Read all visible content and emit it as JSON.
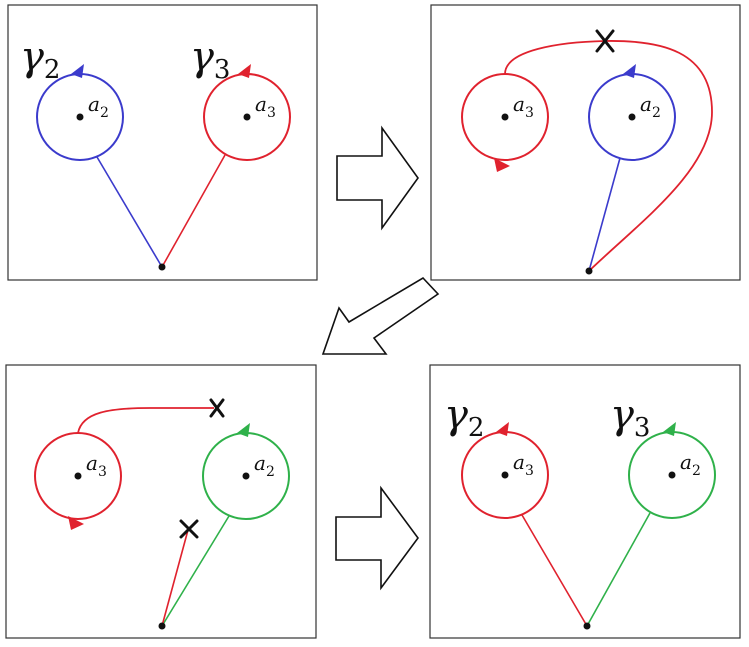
{
  "colors": {
    "blue": "#3b3bcc",
    "red": "#e0222e",
    "green": "#2fb14a",
    "black": "#111111"
  },
  "symbols": {
    "gamma": "γ",
    "a": "a",
    "sub2": "2",
    "sub3": "3",
    "cut_mark": "cross-icon"
  },
  "panels": [
    {
      "id": "top-left",
      "labels": [
        {
          "name": "gamma2-label",
          "base": "γ",
          "sub": "2"
        },
        {
          "name": "gamma3-label",
          "base": "γ",
          "sub": "3"
        },
        {
          "name": "a2-label",
          "base": "a",
          "sub": "2"
        },
        {
          "name": "a3-label",
          "base": "a",
          "sub": "3"
        }
      ],
      "loop_colors": [
        "blue",
        "red"
      ]
    },
    {
      "id": "top-right",
      "labels": [
        {
          "name": "a3-label",
          "base": "a",
          "sub": "3"
        },
        {
          "name": "a2-label",
          "base": "a",
          "sub": "2"
        }
      ],
      "loop_colors": [
        "red",
        "blue"
      ],
      "cuts": 1
    },
    {
      "id": "bottom-left",
      "labels": [
        {
          "name": "a3-label",
          "base": "a",
          "sub": "3"
        },
        {
          "name": "a2-label",
          "base": "a",
          "sub": "2"
        }
      ],
      "loop_colors": [
        "red",
        "green"
      ],
      "cuts": 2
    },
    {
      "id": "bottom-right",
      "labels": [
        {
          "name": "gamma2-label",
          "base": "γ",
          "sub": "2"
        },
        {
          "name": "gamma3-label",
          "base": "γ",
          "sub": "3"
        },
        {
          "name": "a3-label",
          "base": "a",
          "sub": "3"
        },
        {
          "name": "a2-label",
          "base": "a",
          "sub": "2"
        }
      ],
      "loop_colors": [
        "red",
        "green"
      ]
    }
  ],
  "transitions": [
    "right",
    "down-left",
    "right"
  ]
}
